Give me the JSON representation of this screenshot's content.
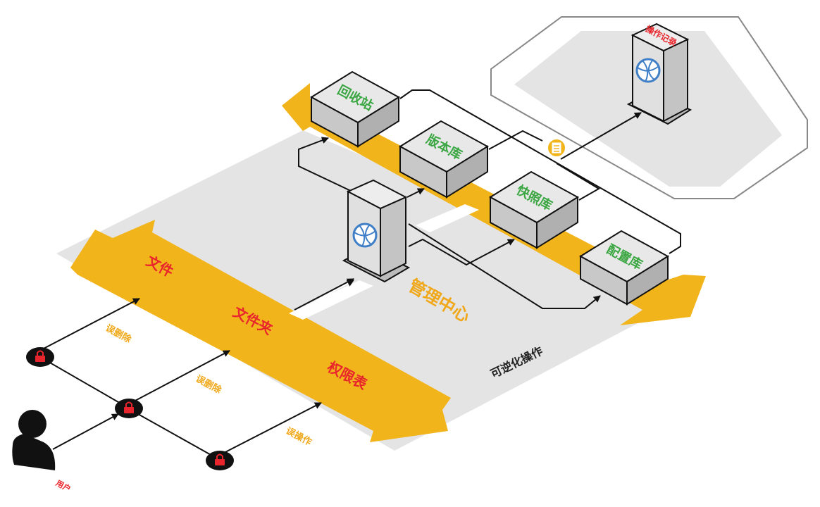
{
  "colors": {
    "band": "#f2b41b",
    "panel": "#e4e4e4",
    "red_text": "#e8252c",
    "green_text": "#3aa641",
    "orange_text": "#f0a81a",
    "lock": "#e8252c",
    "line": "#111111",
    "globe": "#3f7fc7"
  },
  "user": {
    "label": "用户",
    "icon": "person-icon"
  },
  "locks": {
    "icon": "lock-icon"
  },
  "actions": {
    "mis_delete_1": "误删除",
    "mis_delete_2": "误删除",
    "mis_operation": "误操作"
  },
  "resources": {
    "file": "文件",
    "folder": "文件夹",
    "permission": "权限表"
  },
  "management": {
    "title": "管理中心",
    "icon": "globe-server-icon"
  },
  "stores": {
    "recycle": "回收站",
    "version": "版本库",
    "snapshot": "快照库",
    "config": "配置库"
  },
  "ops_log": {
    "title": "操作记录",
    "icon": "globe-server-icon",
    "connector_icon": "document-icon"
  },
  "reversible": "可逆化操作"
}
